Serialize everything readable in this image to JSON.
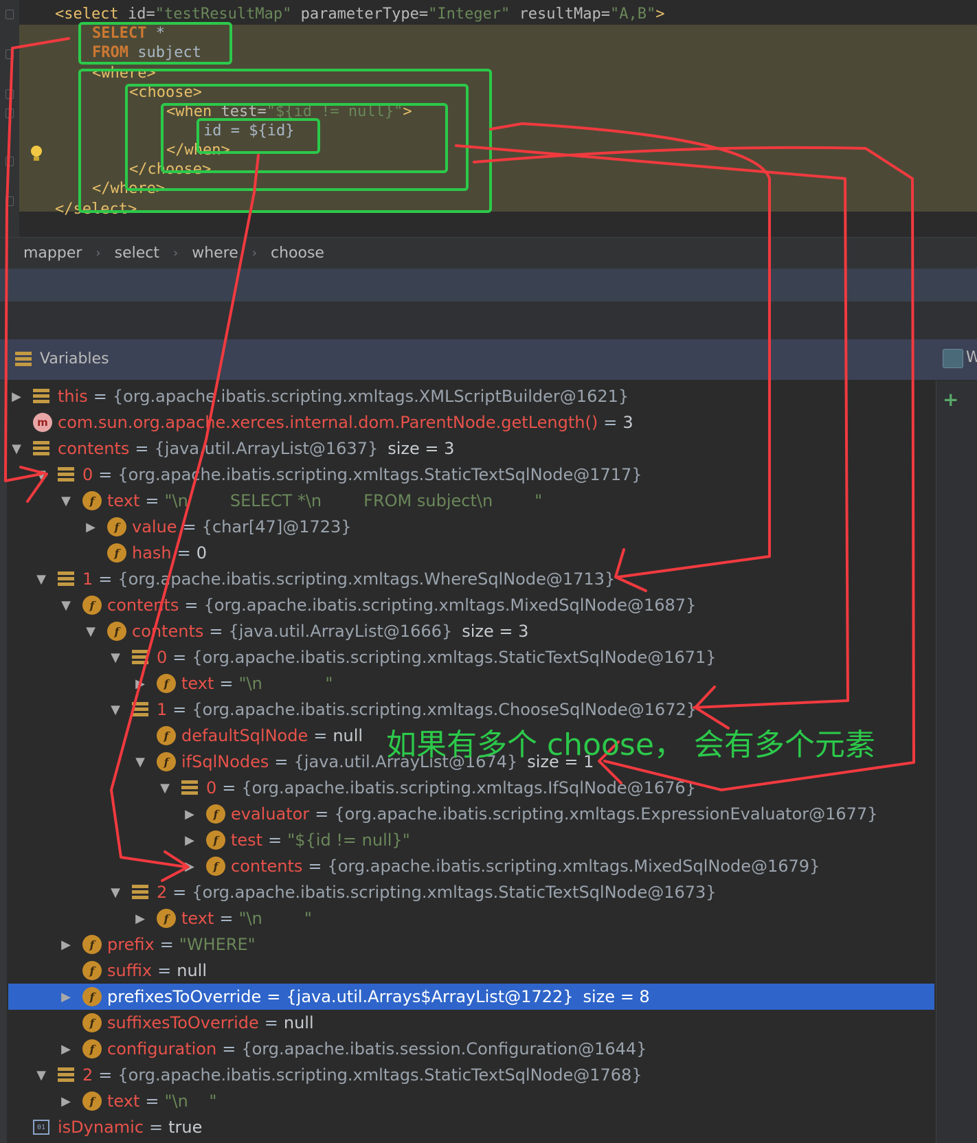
{
  "editor": {
    "line1": {
      "tag_open": "<select",
      "attr1": "id=",
      "val1": "\"testResultMap\"",
      "attr2": "parameterType=",
      "val2": "\"Integer\"",
      "attr3": "resultMap=",
      "val3": "\"A,B\"",
      "tag_close": ">"
    },
    "select_kw": "SELECT",
    "select_rest": " *",
    "from_kw": "FROM",
    "from_rest": " subject",
    "where_open": "<where>",
    "choose_open": "<choose>",
    "when_tag": "<when",
    "when_attr": " test=",
    "when_val": "\"${id != null}\"",
    "when_close": ">",
    "id_expr": "id = ${id}",
    "when_end": "</when>",
    "choose_end": "</choose>",
    "where_end": "</where>",
    "select_end": "</select>"
  },
  "breadcrumb": [
    "mapper",
    "select",
    "where",
    "choose"
  ],
  "breadcrumb_sep": "›",
  "variables_panel": {
    "title": "Variables",
    "side_label": "W"
  },
  "annotation": "如果有多个 choose， 会有多个元素",
  "tree": [
    {
      "arrow": "▶",
      "icon": "list",
      "name": "this",
      "eq": "=",
      "value": "{org.apache.ibatis.scripting.xmltags.XMLScriptBuilder@1621}",
      "size": ""
    },
    {
      "arrow": "",
      "icon": "method",
      "name": "com.sun.org.apache.xerces.internal.dom.ParentNode.getLength()",
      "eq": "=",
      "value": "3",
      "size": ""
    },
    {
      "arrow": "▼",
      "icon": "list",
      "name": "contents",
      "eq": "=",
      "value": "{java.util.ArrayList@1637}",
      "size": "size = 3"
    },
    {
      "arrow": "▼",
      "icon": "list",
      "name": "0",
      "eq": "=",
      "value": "{org.apache.ibatis.scripting.xmltags.StaticTextSqlNode@1717}",
      "size": ""
    },
    {
      "arrow": "▼",
      "icon": "field",
      "name": "text",
      "eq": "=",
      "value": "\"\\n        SELECT *\\n        FROM subject\\n        \"",
      "size": ""
    },
    {
      "arrow": "▶",
      "icon": "field",
      "name": "value",
      "eq": "=",
      "value": "{char[47]@1723}",
      "size": ""
    },
    {
      "arrow": "",
      "icon": "field",
      "name": "hash",
      "eq": "=",
      "value": "0",
      "size": ""
    },
    {
      "arrow": "▼",
      "icon": "list",
      "name": "1",
      "eq": "=",
      "value": "{org.apache.ibatis.scripting.xmltags.WhereSqlNode@1713}",
      "size": ""
    },
    {
      "arrow": "▼",
      "icon": "field",
      "name": "contents",
      "eq": "=",
      "value": "{org.apache.ibatis.scripting.xmltags.MixedSqlNode@1687}",
      "size": ""
    },
    {
      "arrow": "▼",
      "icon": "field",
      "name": "contents",
      "eq": "=",
      "value": "{java.util.ArrayList@1666}",
      "size": "size = 3"
    },
    {
      "arrow": "▼",
      "icon": "list",
      "name": "0",
      "eq": "=",
      "value": "{org.apache.ibatis.scripting.xmltags.StaticTextSqlNode@1671}",
      "size": ""
    },
    {
      "arrow": "▶",
      "icon": "field",
      "name": "text",
      "eq": "=",
      "value": "\"\\n            \"",
      "size": ""
    },
    {
      "arrow": "▼",
      "icon": "list",
      "name": "1",
      "eq": "=",
      "value": "{org.apache.ibatis.scripting.xmltags.ChooseSqlNode@1672}",
      "size": ""
    },
    {
      "arrow": "",
      "icon": "field",
      "name": "defaultSqlNode",
      "eq": "=",
      "value": "null",
      "size": ""
    },
    {
      "arrow": "▼",
      "icon": "field",
      "name": "ifSqlNodes",
      "eq": "=",
      "value": "{java.util.ArrayList@1674}",
      "size": "size = 1"
    },
    {
      "arrow": "▼",
      "icon": "list",
      "name": "0",
      "eq": "=",
      "value": "{org.apache.ibatis.scripting.xmltags.IfSqlNode@1676}",
      "size": ""
    },
    {
      "arrow": "▶",
      "icon": "field",
      "name": "evaluator",
      "eq": "=",
      "value": "{org.apache.ibatis.scripting.xmltags.ExpressionEvaluator@1677}",
      "size": ""
    },
    {
      "arrow": "▶",
      "icon": "field",
      "name": "test",
      "eq": "=",
      "value": "\"${id != null}\"",
      "size": ""
    },
    {
      "arrow": "▶",
      "icon": "field",
      "name": "contents",
      "eq": "=",
      "value": "{org.apache.ibatis.scripting.xmltags.MixedSqlNode@1679}",
      "size": ""
    },
    {
      "arrow": "▼",
      "icon": "list",
      "name": "2",
      "eq": "=",
      "value": "{org.apache.ibatis.scripting.xmltags.StaticTextSqlNode@1673}",
      "size": ""
    },
    {
      "arrow": "▶",
      "icon": "field",
      "name": "text",
      "eq": "=",
      "value": "\"\\n        \"",
      "size": ""
    },
    {
      "arrow": "▶",
      "icon": "field",
      "name": "prefix",
      "eq": "=",
      "value": "\"WHERE\"",
      "size": ""
    },
    {
      "arrow": "",
      "icon": "field",
      "name": "suffix",
      "eq": "=",
      "value": "null",
      "size": ""
    },
    {
      "arrow": "▶",
      "icon": "field",
      "name": "prefixesToOverride",
      "eq": "=",
      "value": "{java.util.Arrays$ArrayList@1722}",
      "size": "size = 8"
    },
    {
      "arrow": "",
      "icon": "field",
      "name": "suffixesToOverride",
      "eq": "=",
      "value": "null",
      "size": ""
    },
    {
      "arrow": "▶",
      "icon": "field",
      "name": "configuration",
      "eq": "=",
      "value": "{org.apache.ibatis.session.Configuration@1644}",
      "size": ""
    },
    {
      "arrow": "▼",
      "icon": "list",
      "name": "2",
      "eq": "=",
      "value": "{org.apache.ibatis.scripting.xmltags.StaticTextSqlNode@1768}",
      "size": ""
    },
    {
      "arrow": "▶",
      "icon": "field",
      "name": "text",
      "eq": "=",
      "value": "\"\\n    \"",
      "size": ""
    },
    {
      "arrow": "",
      "icon": "bool",
      "name": "isDynamic",
      "eq": "=",
      "value": "true",
      "size": ""
    }
  ],
  "colors": {
    "annotation_red": "#f03a3f",
    "annotation_green": "#2cc94a",
    "selection": "#2f65ca"
  }
}
